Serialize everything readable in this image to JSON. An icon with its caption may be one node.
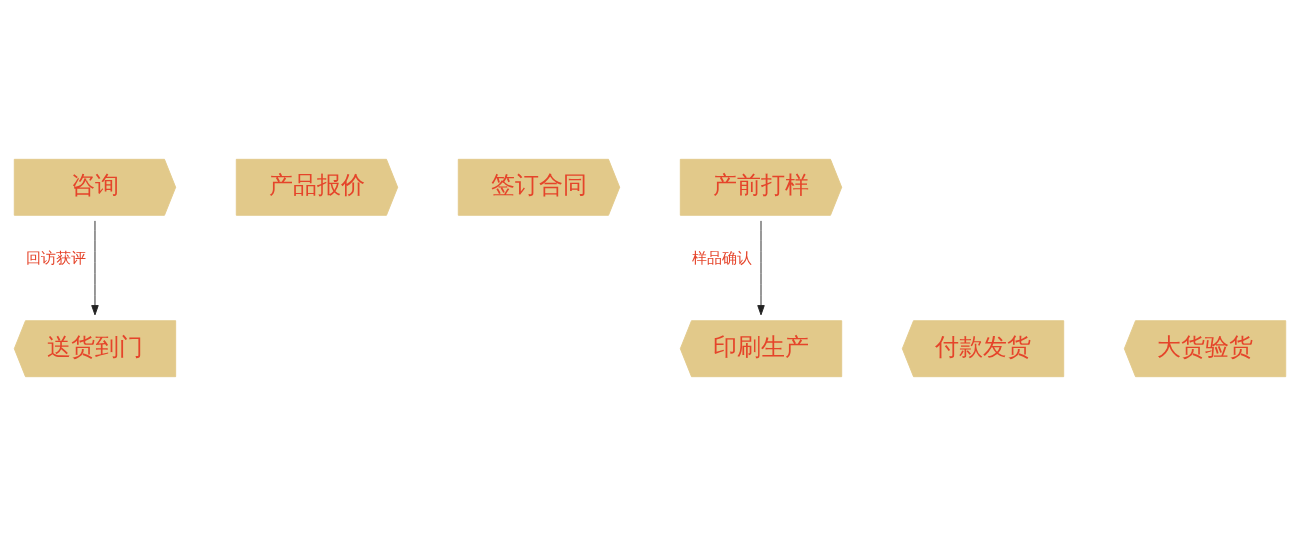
{
  "diagram": {
    "nodes": [
      {
        "text": [
          "咨询"
        ]
      },
      {
        "text": [
          "产品报价"
        ]
      },
      {
        "text": [
          "签订合同"
        ]
      },
      {
        "text": [
          "产前打样"
        ]
      },
      {
        "text": [
          "送货到门"
        ]
      },
      {
        "text": [
          "付款发货"
        ]
      },
      {
        "text": [
          "大货验货"
        ]
      },
      {
        "text": [
          "印刷生产"
        ]
      }
    ],
    "edges": [
      {
        "from": 0,
        "to": 4,
        "arrow": "to",
        "label": "回访获评"
      },
      {
        "from": 3,
        "to": 7,
        "arrow": "to",
        "label": "样品确认"
      }
    ]
  }
}
